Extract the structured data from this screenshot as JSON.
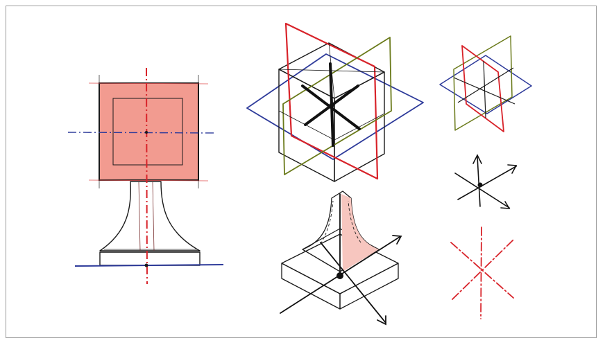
{
  "figure": {
    "panels": [
      "elevation-sketch",
      "isometric-cube-with-symmetry-planes",
      "isometric-flared-column-on-square-base",
      "three-intersecting-planes",
      "axes-star-black",
      "axes-star-dash-dot-red"
    ],
    "colors": {
      "fill_red": "#f08a80",
      "fill_red_light": "#f6b3ab",
      "stroke_red": "#d8232a",
      "stroke_dark": "#1a1a1a",
      "stroke_blue": "#2d3a9a",
      "fill_blue": "#4aa0d8",
      "stroke_green": "#6a7a1a",
      "fill_green": "#8cc08a"
    }
  }
}
